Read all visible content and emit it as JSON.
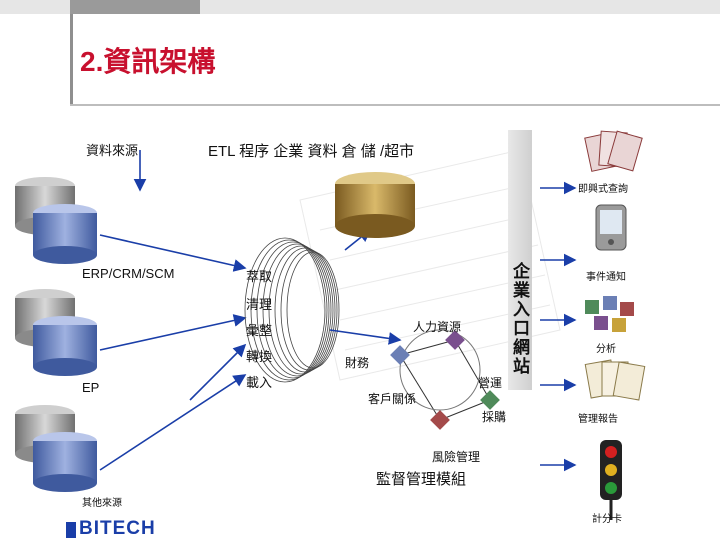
{
  "title": "2.資訊架構",
  "header": {
    "source_label": "資料來源",
    "etl_label": "ETL 程序 企業 資料 倉 儲 /超市"
  },
  "sources": [
    {
      "label": "ERP/CRM/SCM"
    },
    {
      "label": "EP"
    },
    {
      "label": "其他來源"
    }
  ],
  "etl_steps": [
    "萃取",
    "清理",
    "彙整",
    "轉換",
    "載入"
  ],
  "modules": {
    "hr": "人力資源",
    "finance": "財務",
    "marketing": "營運",
    "crm": "客戶關係",
    "procurement": "採購",
    "risk": "風險管理",
    "monitor": "監督管理模組"
  },
  "portal": "企業入口網站",
  "outputs": [
    {
      "label": "即興式查詢",
      "icon": "cards-icon"
    },
    {
      "label": "事件通知",
      "icon": "pda-icon"
    },
    {
      "label": "分析",
      "icon": "cubes-icon"
    },
    {
      "label": "管理報告",
      "icon": "report-icon"
    },
    {
      "label": "計分卡",
      "icon": "traffic-light-icon"
    }
  ],
  "logo": "BITECH",
  "colors": {
    "title": "#c8102e",
    "arrow": "#1a3ea8",
    "db_blue": "#5b74b8",
    "db_gray": "#9a9a9a",
    "db_gold": "#a88a3a"
  }
}
